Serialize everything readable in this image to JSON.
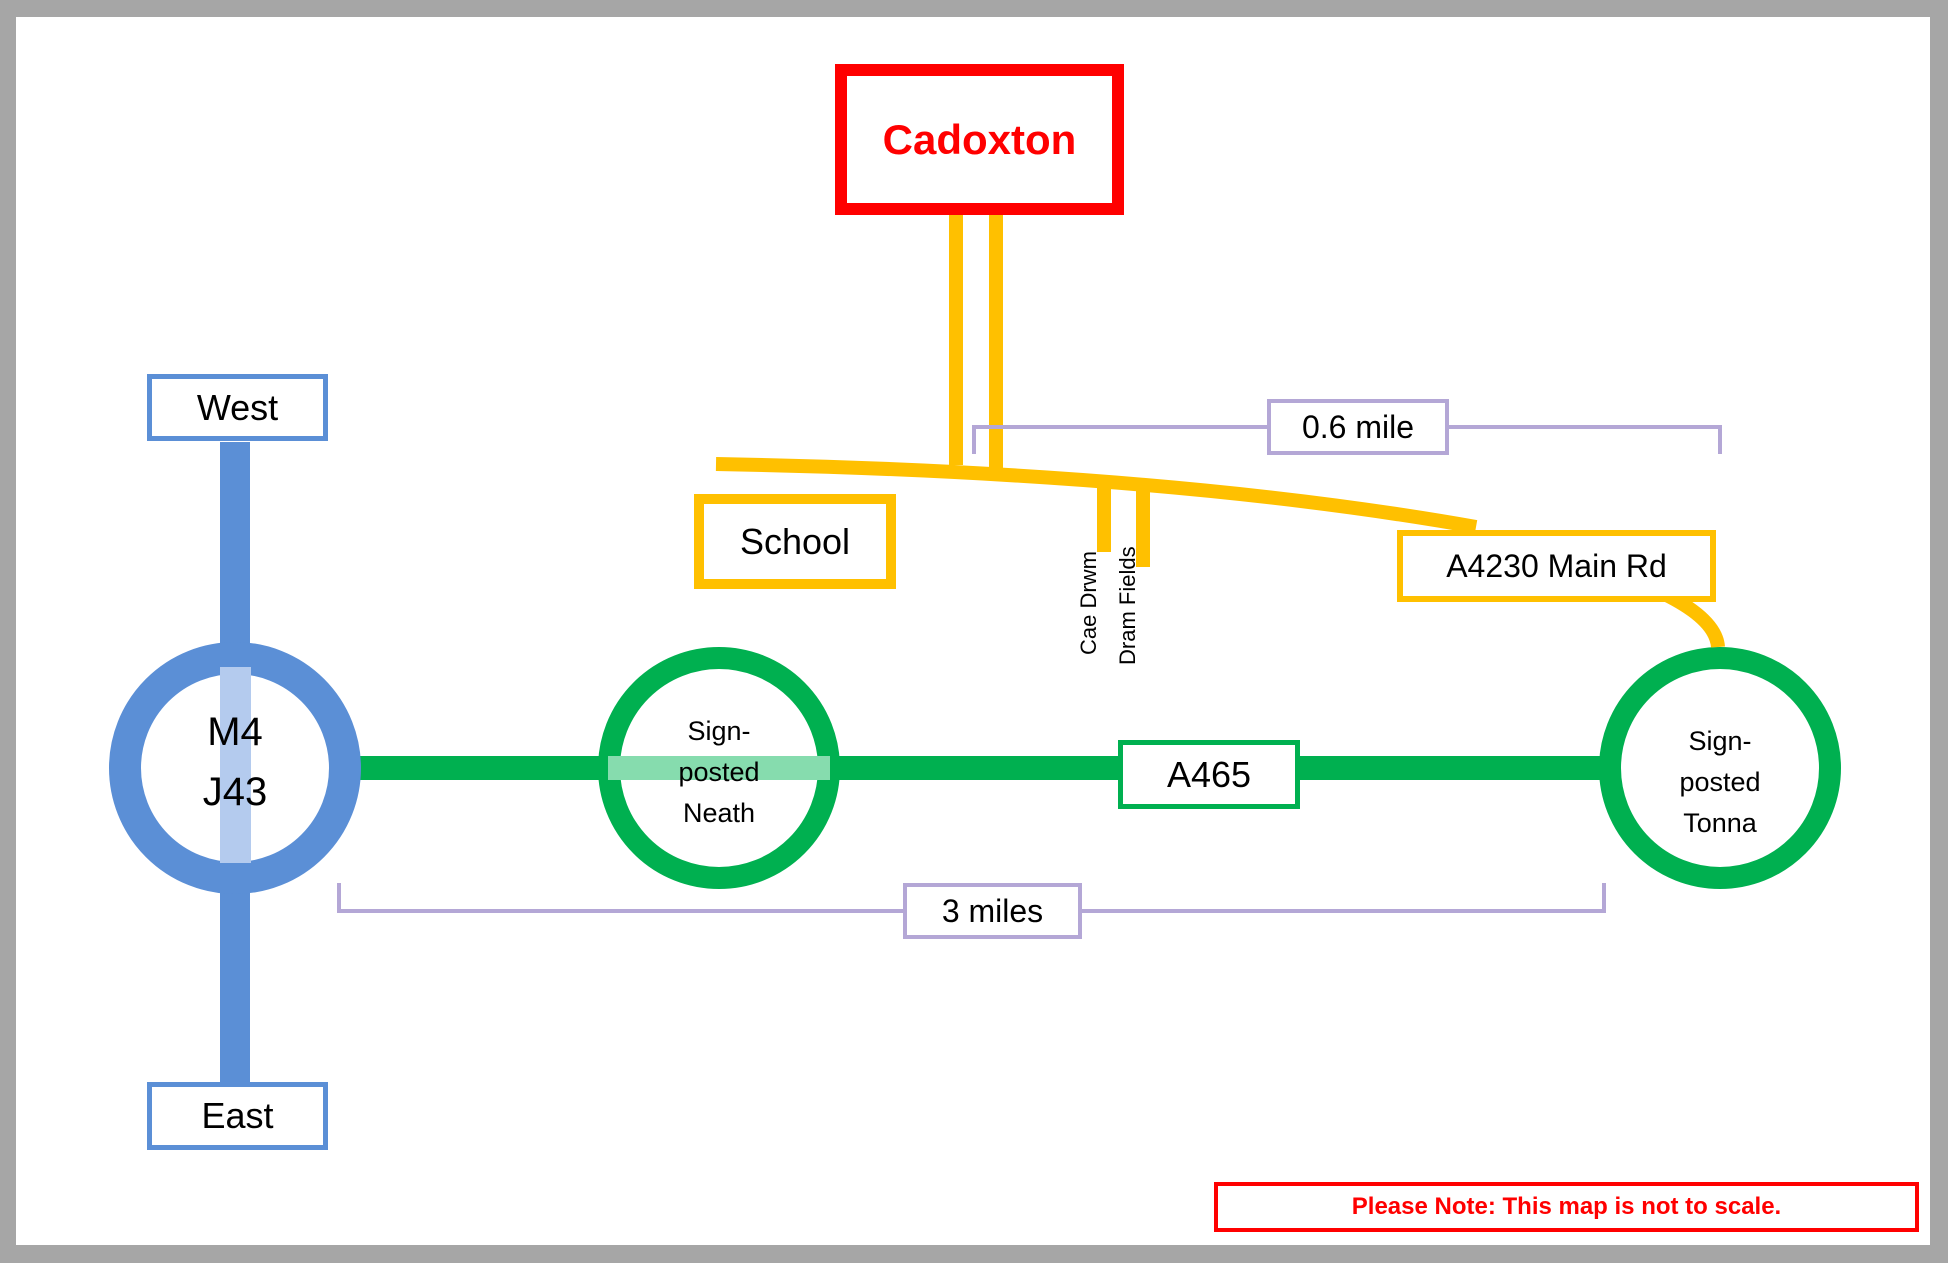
{
  "title": "Cadoxton",
  "colors": {
    "motorway": "#5b8fd6",
    "motorway_light": "#b4cbee",
    "a465": "#00b050",
    "a465_light": "#86dcae",
    "local": "#ffc000",
    "distance": "#b4a7d6",
    "warning": "#ff0000"
  },
  "motorway": {
    "north_label": "West",
    "south_label": "East",
    "junction_line1": "M4",
    "junction_line2": "J43"
  },
  "roundabout_neath": {
    "line1": "Sign-",
    "line2": "posted",
    "line3": "Neath"
  },
  "roundabout_tonna": {
    "line1": "Sign-",
    "line2": "posted",
    "line3": "Tonna"
  },
  "road_labels": {
    "a465": "A465",
    "main_road": "A4230 Main Rd",
    "school": "School",
    "cae_drwm": "Cae Drwm",
    "dram_fields": "Dram Fields"
  },
  "distances": {
    "short": "0.6 mile",
    "long": "3 miles"
  },
  "note": "Please Note: This map is not to scale."
}
